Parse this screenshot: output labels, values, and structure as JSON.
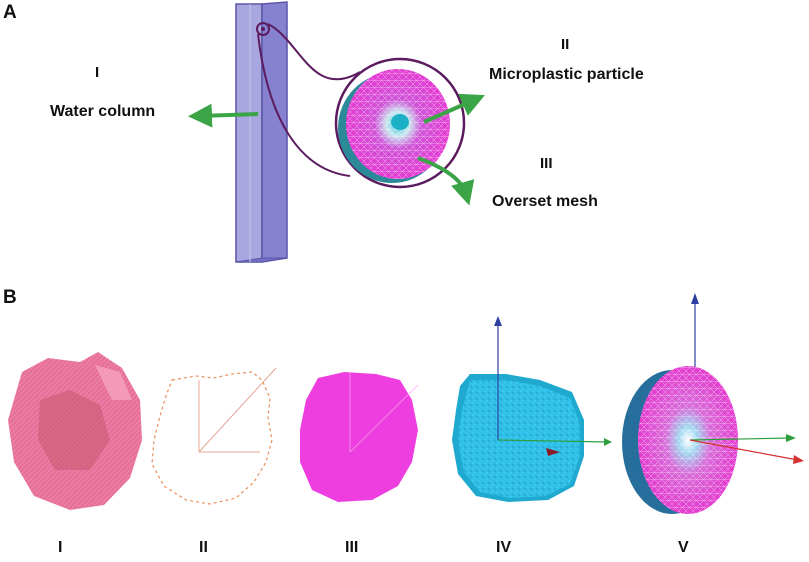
{
  "panel_a": {
    "letter": "A",
    "items": [
      {
        "numeral": "I",
        "caption": "Water column"
      },
      {
        "numeral": "II",
        "caption": "Microplastic particle"
      },
      {
        "numeral": "III",
        "caption": "Overset mesh"
      }
    ]
  },
  "panel_b": {
    "letter": "B",
    "stages": [
      "I",
      "II",
      "III",
      "IV",
      "V"
    ]
  },
  "colors": {
    "column": "#a9a6e0",
    "column_edge": "#5a54a8",
    "magenta": "#ee3ee0",
    "cyan": "#27c6ef",
    "arrow_green": "#3aa447",
    "loop": "#5b1b5e",
    "outline_orange": "#e8915d"
  }
}
